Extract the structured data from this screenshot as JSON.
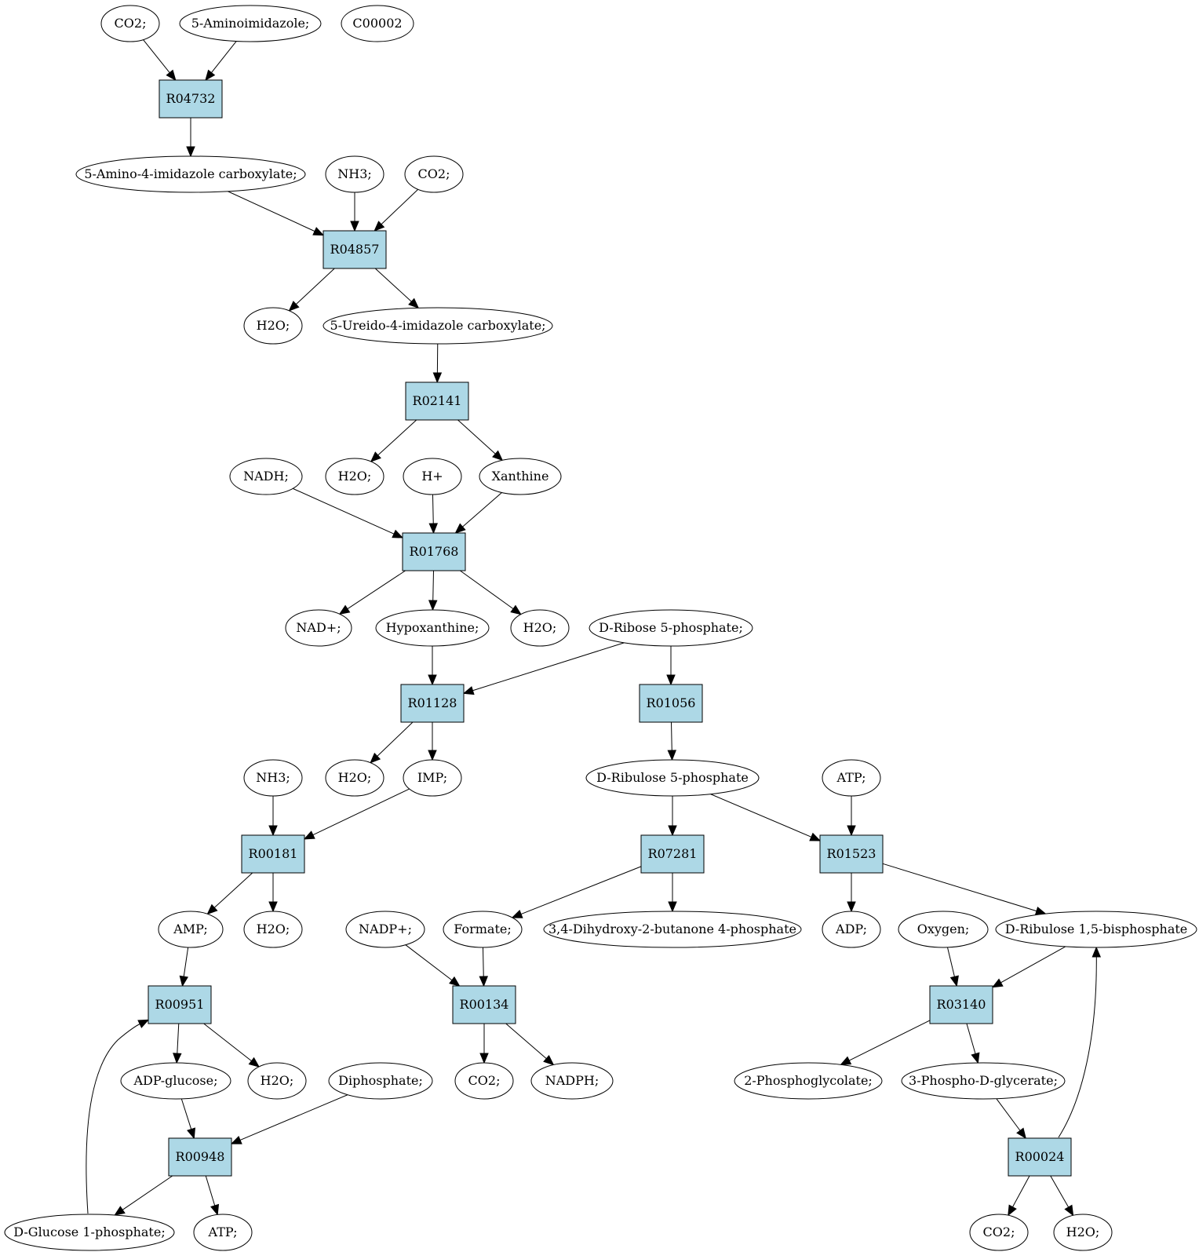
{
  "colors": {
    "reaction_fill": "#add8e6",
    "compound_fill": "#ffffff",
    "highlight_yellow": "#ffff00",
    "highlight_green": "#00ff00",
    "stroke": "#000000"
  },
  "nodes": {
    "co2_a": {
      "label": "CO2;"
    },
    "aminoimidazole": {
      "label": "5-Aminoimidazole;"
    },
    "c00002": {
      "label": "C00002",
      "fill": "#ffff00"
    },
    "r04732": {
      "label": "R04732"
    },
    "aica": {
      "label": "5-Amino-4-imidazole carboxylate;"
    },
    "nh3_a": {
      "label": "NH3;"
    },
    "co2_b": {
      "label": "CO2;"
    },
    "r04857": {
      "label": "R04857"
    },
    "h2o_a": {
      "label": "H2O;"
    },
    "ureido": {
      "label": "5-Ureido-4-imidazole carboxylate;"
    },
    "r02141": {
      "label": "R02141"
    },
    "nadh": {
      "label": "NADH;"
    },
    "h2o_b": {
      "label": "H2O;"
    },
    "hplus": {
      "label": "H+"
    },
    "xanthine": {
      "label": "Xanthine"
    },
    "r01768": {
      "label": "R01768"
    },
    "nadplus": {
      "label": "NAD+;"
    },
    "hypoxanthine": {
      "label": "Hypoxanthine;"
    },
    "h2o_c": {
      "label": "H2O;"
    },
    "ribose5p": {
      "label": "D-Ribose 5-phosphate;",
      "fill": "#00ff00"
    },
    "r01128": {
      "label": "R01128"
    },
    "r01056": {
      "label": "R01056"
    },
    "nh3_b": {
      "label": "NH3;"
    },
    "h2o_d": {
      "label": "H2O;"
    },
    "imp": {
      "label": "IMP;"
    },
    "ribulose5p": {
      "label": "D-Ribulose 5-phosphate"
    },
    "atp_a": {
      "label": "ATP;"
    },
    "r00181": {
      "label": "R00181"
    },
    "r07281": {
      "label": "R07281"
    },
    "r01523": {
      "label": "R01523"
    },
    "amp": {
      "label": "AMP;"
    },
    "h2o_e": {
      "label": "H2O;"
    },
    "nadpplus": {
      "label": "NADP+;"
    },
    "formate": {
      "label": "Formate;"
    },
    "dhbp": {
      "label": "3,4-Dihydroxy-2-butanone 4-phosphate"
    },
    "adp": {
      "label": "ADP;"
    },
    "oxygen": {
      "label": "Oxygen;"
    },
    "rubp": {
      "label": "D-Ribulose 1,5-bisphosphate"
    },
    "r00951": {
      "label": "R00951"
    },
    "r00134": {
      "label": "R00134"
    },
    "r03140": {
      "label": "R03140"
    },
    "adpglucose": {
      "label": "ADP-glucose;"
    },
    "h2o_f": {
      "label": "H2O;"
    },
    "diphosphate": {
      "label": "Diphosphate;"
    },
    "co2_c": {
      "label": "CO2;"
    },
    "nadph": {
      "label": "NADPH;"
    },
    "phosphoglycolate": {
      "label": "2-Phosphoglycolate;"
    },
    "pga": {
      "label": "3-Phospho-D-glycerate;"
    },
    "r00948": {
      "label": "R00948"
    },
    "r00024": {
      "label": "R00024"
    },
    "glucose1p": {
      "label": "D-Glucose 1-phosphate;"
    },
    "atp_b": {
      "label": "ATP;"
    },
    "co2_d": {
      "label": "CO2;"
    },
    "h2o_g": {
      "label": "H2O;"
    }
  },
  "edges": [
    [
      "co2_a",
      "r04732"
    ],
    [
      "aminoimidazole",
      "r04732"
    ],
    [
      "r04732",
      "aica"
    ],
    [
      "aica",
      "r04857"
    ],
    [
      "nh3_a",
      "r04857"
    ],
    [
      "co2_b",
      "r04857"
    ],
    [
      "r04857",
      "h2o_a"
    ],
    [
      "r04857",
      "ureido"
    ],
    [
      "ureido",
      "r02141"
    ],
    [
      "r02141",
      "h2o_b"
    ],
    [
      "r02141",
      "xanthine"
    ],
    [
      "nadh",
      "r01768"
    ],
    [
      "hplus",
      "r01768"
    ],
    [
      "xanthine",
      "r01768"
    ],
    [
      "r01768",
      "nadplus"
    ],
    [
      "r01768",
      "hypoxanthine"
    ],
    [
      "r01768",
      "h2o_c"
    ],
    [
      "hypoxanthine",
      "r01128"
    ],
    [
      "ribose5p",
      "r01128"
    ],
    [
      "ribose5p",
      "r01056"
    ],
    [
      "r01128",
      "h2o_d"
    ],
    [
      "r01128",
      "imp"
    ],
    [
      "r01056",
      "ribulose5p"
    ],
    [
      "nh3_b",
      "r00181"
    ],
    [
      "imp",
      "r00181"
    ],
    [
      "ribulose5p",
      "r07281"
    ],
    [
      "ribulose5p",
      "r01523"
    ],
    [
      "atp_a",
      "r01523"
    ],
    [
      "r00181",
      "amp"
    ],
    [
      "r00181",
      "h2o_e"
    ],
    [
      "r07281",
      "formate"
    ],
    [
      "r07281",
      "dhbp"
    ],
    [
      "r01523",
      "adp"
    ],
    [
      "r01523",
      "rubp"
    ],
    [
      "amp",
      "r00951"
    ],
    [
      "nadpplus",
      "r00134"
    ],
    [
      "formate",
      "r00134"
    ],
    [
      "oxygen",
      "r03140"
    ],
    [
      "rubp",
      "r03140"
    ],
    [
      "r00951",
      "adpglucose"
    ],
    [
      "r00951",
      "h2o_f"
    ],
    [
      "r00134",
      "co2_c"
    ],
    [
      "r00134",
      "nadph"
    ],
    [
      "r03140",
      "phosphoglycolate"
    ],
    [
      "r03140",
      "pga"
    ],
    [
      "adpglucose",
      "r00948"
    ],
    [
      "diphosphate",
      "r00948"
    ],
    [
      "pga",
      "r00024"
    ],
    [
      "r00948",
      "glucose1p"
    ],
    [
      "r00948",
      "atp_b"
    ],
    [
      "glucose1p",
      "r00951"
    ],
    [
      "r00024",
      "co2_d"
    ],
    [
      "r00024",
      "h2o_g"
    ],
    [
      "r00024",
      "rubp"
    ]
  ]
}
